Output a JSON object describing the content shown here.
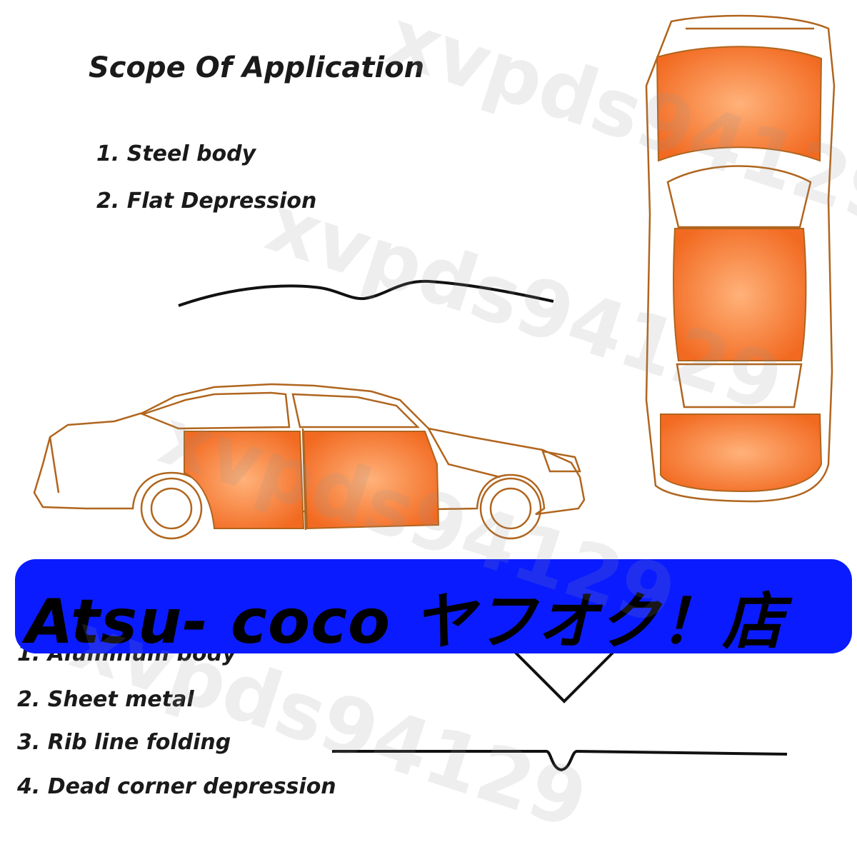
{
  "title": "Scope Of Application",
  "steel_list": [
    "1. Steel body",
    "2. Flat Depression"
  ],
  "aluminum_list": [
    "1. Aluminum body",
    "2. Sheet metal",
    "3. Rib line folding",
    "4. Dead corner depression"
  ],
  "banner": {
    "text": "Atsu- coco ヤフオク！店"
  },
  "watermark": {
    "text": "xvpds94129"
  },
  "colors": {
    "highlight": "#f26a21",
    "outline": "#b0651e",
    "banner": "#0a1cff",
    "text": "#1a1a1a"
  }
}
